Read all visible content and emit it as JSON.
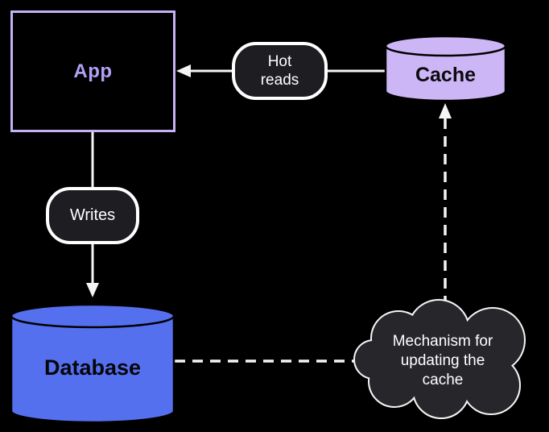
{
  "diagram": {
    "type": "architecture-diagram",
    "background_color": "#000000",
    "line_color": "#f5f5f5",
    "nodes": {
      "app": {
        "label": "App",
        "shape": "rectangle",
        "fill_color": "#000000",
        "border_color": "#c6b2f2",
        "label_color": "#b3a1f5"
      },
      "cache": {
        "label": "Cache",
        "shape": "cylinder",
        "fill_color": "#cdb6f6",
        "stroke_color": "#000000",
        "label_color": "#0b0b0e"
      },
      "database": {
        "label": "Database",
        "shape": "cylinder",
        "fill_color": "#5570ee",
        "stroke_color": "#000000",
        "label_color": "#05050a"
      },
      "cache_updater": {
        "label": "Mechanism for updating the cache",
        "label_lines": [
          "Mechanism for",
          "updating the",
          "cache"
        ],
        "shape": "cloud",
        "fill_color": "#26262b",
        "stroke_color": "#f5f5f5",
        "label_color": "#ffffff"
      }
    },
    "edges": {
      "hot_reads": {
        "label": "Hot reads",
        "label_lines": [
          "Hot",
          "reads"
        ],
        "style": "solid",
        "from": "cache",
        "to": "app",
        "badge_fill": "#1d1d22",
        "badge_border": "#ffffff",
        "label_color": "#ffffff"
      },
      "writes": {
        "label": "Writes",
        "style": "solid",
        "from": "app",
        "to": "database",
        "badge_fill": "#1d1d22",
        "badge_border": "#ffffff",
        "label_color": "#ffffff"
      },
      "database_updater_link": {
        "style": "dashed",
        "from": "database",
        "to": "cache_updater",
        "arrow": "none"
      },
      "updater_to_cache": {
        "style": "dashed",
        "from": "cache_updater",
        "to": "cache",
        "arrow": "up"
      }
    }
  }
}
